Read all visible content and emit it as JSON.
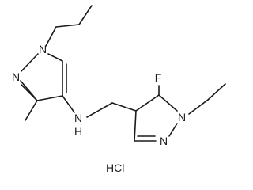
{
  "molecule": {
    "atoms": {
      "n_ring1_upper": "N",
      "n_ring1_lower": "N",
      "n_amine": "N",
      "h_amine": "H",
      "f": "F",
      "n_ring2_upper": "N",
      "n_ring2_lower": "N"
    },
    "salt_label": "HCl"
  }
}
